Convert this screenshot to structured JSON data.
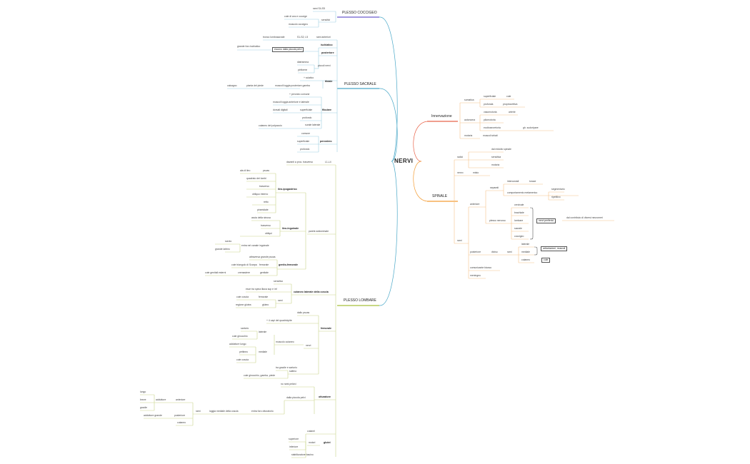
{
  "root": "NERVI",
  "colors": {
    "coccigeo": "#6a5acd",
    "sacrale": "#4aa8c8",
    "lombare": "#a7c13a",
    "spinale": "#f39c34",
    "innervazione": "#e8644a",
    "branch": "#c9d68a",
    "branch_sacral": "#9fd0e2",
    "branch_right": "#f6c38a"
  },
  "main": {
    "coccigeo": "PLESSO COCCIGEO",
    "sacrale": "PLESSO SACRALE",
    "lombare": "PLESSO LOMBARE",
    "innervazione": "Innervazione",
    "spinale": "SPINALE"
  },
  "coccigeo": {
    "rami": "rami S4-S5",
    "cute": "cute di ano e coccige",
    "sensitivi": "sensitivi",
    "muscoli": "muscolo coccigeo"
  },
  "sacrale": {
    "tronco": "tronco lombosacrale",
    "l4l5": "S1-S2; L5",
    "rami_anteriori": "rami anteriori",
    "ischiatico": "ischiatico",
    "grande_foro": "grande foro ischiatico",
    "escono": "escono dalla piccola pelvi",
    "posteriore": "posteriore",
    "diaframma": "diaframma",
    "piriforme": "piriforme",
    "piccoli_nervi": "piccoli nervi",
    "sciatico": "+ sciatico",
    "tibiale": "tibiale",
    "calcagno": "calcagno",
    "pianta": "pianta del piede",
    "muscoli_loggia": "muscoli loggia posteriore gamba",
    "peroneo_comune": "+ peroneo comune",
    "muscoli_ant": "muscoli loggia anteriore e laterale",
    "dorsali": "dorsali digitali",
    "superficiale": "superficiale",
    "fibulare": "fibulare",
    "profondo": "profondo",
    "surale": "surale laterale",
    "cutaneo": "cutaneo del polpaccio",
    "comune": "comune",
    "superficiale2": "superficiale",
    "peroniero": "peroniero",
    "profondo2": "profondo"
  },
  "lombare": {
    "davanti": "davanti a proc. trasverso",
    "l1l4": "L1-L4",
    "ileo_ipo": "ileo-ipogastrico",
    "ileo_ing": "ileo-inguinale",
    "genito": "genito-femorale",
    "parete": "parete addominale",
    "ileo_ipo_items": [
      "ala di ileo",
      "psoas",
      "quadrato dei lombi",
      "trasverso",
      "obliquo interno",
      "retto",
      "piramidale"
    ],
    "ileo_ing_items": [
      "ascia della sinusa",
      "trasverso",
      "obliqui"
    ],
    "scroto": "scroto",
    "grande_labbro": "grande labbro",
    "entra": "entra nel canale inguinale",
    "attraversa": "attraversa grande psoas",
    "cute_triangolo": "cute triangolo di Scarpa",
    "femorale": "femorale",
    "cute_genitali": "cute genitali esterni",
    "cremastere": "cremastere",
    "genitale": "genitale",
    "cut_lat": "cutaneo laterale della coscia",
    "sensitivo": "sensitivo",
    "esce": "esce tra spina iliaca sup e inf",
    "cute_coscia": "cute coscia",
    "femorale2": "femorale",
    "rami": "rami",
    "regione": "regione glutea",
    "gluteo": "gluteo",
    "femorale_n": "femorale",
    "dallo_psoas": "dallo psoas",
    "quattro": "+ 4 capi del quadricipite",
    "sartorio": "sartorio",
    "laterale": "laterale",
    "cute_ginocchio": "cute ginocchio",
    "muscolo_cutaneo": "muscolo cutaneo",
    "nervi": "nervi",
    "adduttore_lungo": "adduttore lungo",
    "pettineo": "pettineo",
    "mediale": "mediale",
    "cute_coscia2": "cute coscia",
    "tra_gracile": "tra gracile e sartorio",
    "safeno": "safeno",
    "cute_gamba": "cute ginocchio, gamba, piede",
    "otturatore": "otturatore",
    "no_rami": "no rami pelvici",
    "dalla_piccola": "dalla piccola pelvi",
    "lungo": "lungo",
    "breve": "breve",
    "adduttore": "adduttore",
    "anteriore": "anteriore",
    "gracile": "gracile",
    "adduttore_grande": "adduttore grande",
    "posteriore": "posteriore",
    "rami2": "rami",
    "loggia_mediale": "loggia mediale della coscia",
    "entra_foro": "entra foro otturatorio",
    "cutaneo": "cutaneo",
    "cutanei": "cutanei",
    "superiore": "superiore",
    "motori": "motori",
    "glutei": "glutei",
    "inferiore": "inferiore",
    "stabilizzatore": "stabilizzatore bacino"
  },
  "innervazione": {
    "somatica": "somatica",
    "superficiale": "superficiale",
    "cute": "cute",
    "profonda": "profonda",
    "propriocettiva": "propriocettiva",
    "autonoma": "autonoma",
    "vasomotoria": "vasomotoria",
    "arterie": "arterie",
    "pilomotoria": "pilomotoria",
    "eccitosecretoria": "eccitosecretoria",
    "gh": "gh. sudoripare",
    "motoria": "motoria",
    "muscoli": "muscoli striati"
  },
  "spinale": {
    "radici": "radici",
    "dal_midollo": "dal midollo spinale",
    "sensitiva": "sensitiva",
    "motoria": "motoria",
    "nervo": "nervo",
    "misto": "misto",
    "anteriore": "anteriore",
    "separati": "separati",
    "intercostali": "intercostali",
    "torace": "torace",
    "comportamento": "comportamento metamerico",
    "segmentario": "segmentario",
    "ripetitivo": "ripetitivo",
    "plesso": "plesso nervoso",
    "plessi": [
      "cervicale",
      "brachiale",
      "lombare",
      "sacrale",
      "coccigeo"
    ],
    "nervi_periferici": "nervi periferici",
    "dal_contributo": "dal contributo di diversi neuromeri",
    "rami": "rami",
    "posteriore": "posteriore",
    "diviso": "diviso",
    "rami2": "rami",
    "rami_post": [
      "laterale",
      "mediale",
      "cutaneo"
    ],
    "articolazioni": "articolazioni, muscoli",
    "cute": "cute",
    "comunicante": "comunicante bianco",
    "meningeo": "meningeo"
  }
}
